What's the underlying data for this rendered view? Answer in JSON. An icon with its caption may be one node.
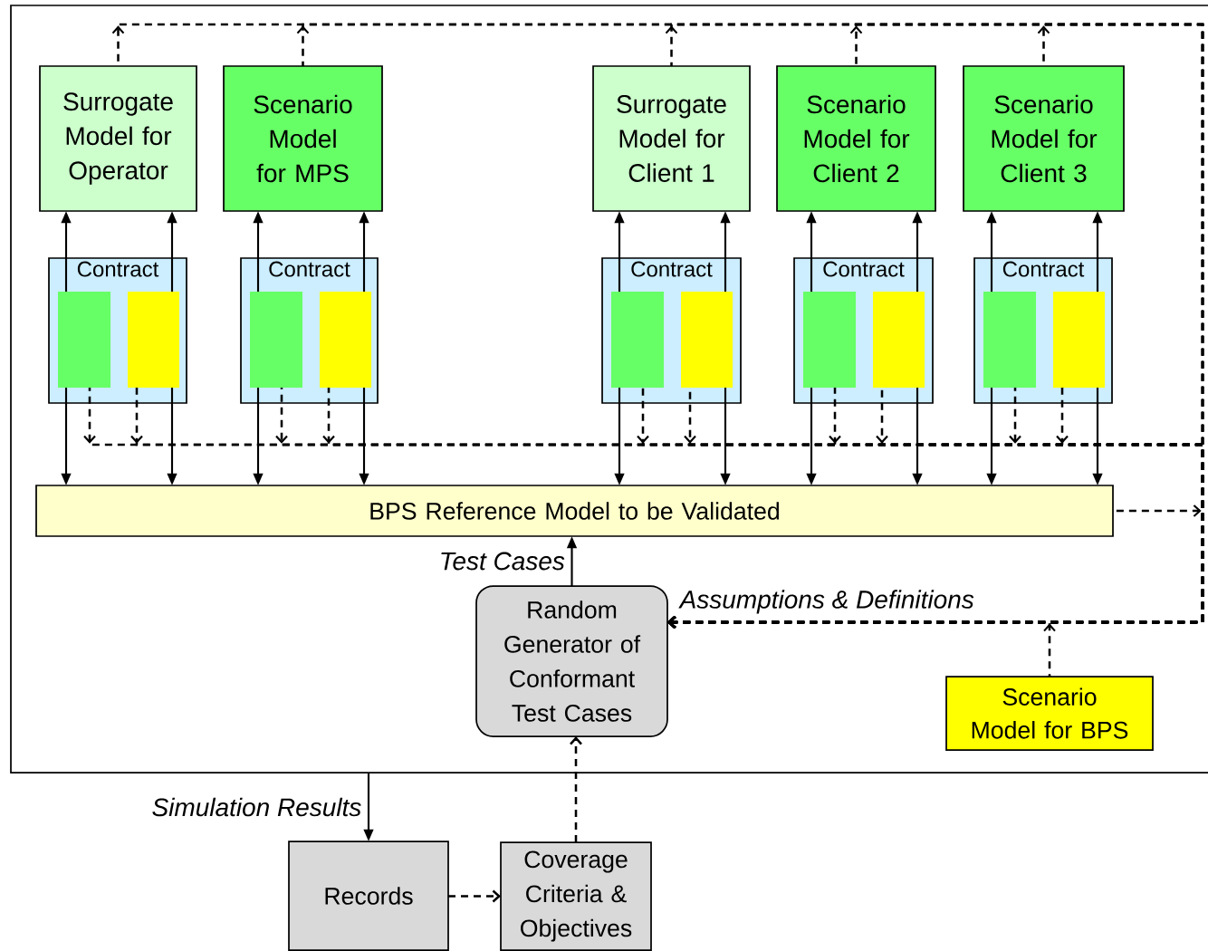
{
  "diagram": {
    "nodes": [
      {
        "text": [],
        "shape": "box"
      },
      {
        "text": [
          "Surrogate Model for Operator"
        ],
        "in": 0
      },
      {
        "text": [
          "Scenario Model for MPS"
        ],
        "in": 0
      },
      {
        "text": [
          "Surrogate Model for Client 1"
        ],
        "in": 0
      },
      {
        "text": [
          "Scenario Model for Client 2"
        ],
        "in": 0
      },
      {
        "text": [
          "Scenario Model for Client 3"
        ],
        "in": 0
      },
      {
        "text": [
          "Contract"
        ],
        "in": 0
      },
      {
        "text": [
          "Contract"
        ],
        "in": 0
      },
      {
        "text": [
          "Contract"
        ],
        "in": 0
      },
      {
        "text": [
          "Contract"
        ],
        "in": 0
      },
      {
        "text": [
          "Contract"
        ],
        "in": 0
      },
      {
        "text": [],
        "shape": "box",
        "in": 6
      },
      {
        "text": [],
        "shape": "box",
        "in": 6
      },
      {
        "text": [],
        "shape": "box",
        "in": 7
      },
      {
        "text": [],
        "shape": "box",
        "in": 7
      },
      {
        "text": [],
        "shape": "box",
        "in": 8
      },
      {
        "text": [],
        "shape": "box",
        "in": 8
      },
      {
        "text": [],
        "shape": "box",
        "in": 9
      },
      {
        "text": [],
        "shape": "box",
        "in": 9
      },
      {
        "text": [],
        "shape": "box",
        "in": 10
      },
      {
        "text": [],
        "shape": "box",
        "in": 10
      },
      {
        "text": [
          "BPS Reference Model to be Validated"
        ],
        "in": 0
      },
      {
        "text": [
          "Random Generator of Conformant Test Cases"
        ],
        "in": 0
      },
      {
        "text": [
          "Scenario Model for BPS"
        ],
        "in": 0
      },
      {
        "text": [
          "Records"
        ]
      },
      {
        "text": [
          "Coverage Criteria & Objectives"
        ]
      }
    ],
    "edges": [
      {
        "from": 11,
        "to": 1,
        "arrow": "to"
      },
      {
        "from": 12,
        "to": 1,
        "arrow": "to"
      },
      {
        "from": 13,
        "to": 2,
        "arrow": "to"
      },
      {
        "from": 14,
        "to": 2,
        "arrow": "to"
      },
      {
        "from": 15,
        "to": 3,
        "arrow": "to"
      },
      {
        "from": 16,
        "to": 3,
        "arrow": "to"
      },
      {
        "from": 17,
        "to": 4,
        "arrow": "to"
      },
      {
        "from": 18,
        "to": 4,
        "arrow": "to"
      },
      {
        "from": 19,
        "to": 5,
        "arrow": "to"
      },
      {
        "from": 20,
        "to": 5,
        "arrow": "to"
      },
      {
        "from": 11,
        "to": 21,
        "arrow": "to"
      },
      {
        "from": 12,
        "to": 21,
        "arrow": "to"
      },
      {
        "from": 13,
        "to": 21,
        "arrow": "to"
      },
      {
        "from": 14,
        "to": 21,
        "arrow": "to"
      },
      {
        "from": 15,
        "to": 21,
        "arrow": "to"
      },
      {
        "from": 16,
        "to": 21,
        "arrow": "to"
      },
      {
        "from": 17,
        "to": 21,
        "arrow": "to"
      },
      {
        "from": 18,
        "to": 21,
        "arrow": "to"
      },
      {
        "from": 19,
        "to": 21,
        "arrow": "to"
      },
      {
        "from": 20,
        "to": 21,
        "arrow": "to"
      },
      {
        "from": 11,
        "to": 22,
        "arrow": "to",
        "style": "dashed"
      },
      {
        "from": 12,
        "to": 22,
        "arrow": "to",
        "style": "dashed"
      },
      {
        "from": 13,
        "to": 22,
        "arrow": "to",
        "style": "dashed"
      },
      {
        "from": 14,
        "to": 22,
        "arrow": "to",
        "style": "dashed"
      },
      {
        "from": 15,
        "to": 22,
        "arrow": "to",
        "style": "dashed"
      },
      {
        "from": 16,
        "to": 22,
        "arrow": "to",
        "style": "dashed"
      },
      {
        "from": 17,
        "to": 22,
        "arrow": "to",
        "style": "dashed"
      },
      {
        "from": 18,
        "to": 22,
        "arrow": "to",
        "style": "dashed"
      },
      {
        "from": 19,
        "to": 22,
        "arrow": "to",
        "style": "dashed"
      },
      {
        "from": 20,
        "to": 22,
        "arrow": "to",
        "style": "dashed"
      },
      {
        "from": 1,
        "to": 22,
        "arrow": "to",
        "style": "dashed"
      },
      {
        "from": 2,
        "to": 22,
        "arrow": "to",
        "style": "dashed"
      },
      {
        "from": 3,
        "to": 22,
        "arrow": "to",
        "style": "dashed"
      },
      {
        "from": 4,
        "to": 22,
        "arrow": "to",
        "style": "dashed"
      },
      {
        "from": 5,
        "to": 22,
        "arrow": "to",
        "style": "dashed"
      },
      {
        "from": 21,
        "to": 22,
        "arrow": "to",
        "style": "dashed"
      },
      {
        "from": 23,
        "to": 22,
        "arrow": "to",
        "style": "dashed",
        "label": "Assumptions & Definitions"
      },
      {
        "from": 22,
        "to": 21,
        "arrow": "to",
        "label": "Test Cases"
      },
      {
        "from": 0,
        "to": 24,
        "arrow": "to",
        "label": "Simulation Results"
      },
      {
        "from": 24,
        "to": 25,
        "arrow": "to",
        "style": "dashed"
      },
      {
        "from": 25,
        "to": 22,
        "arrow": "to",
        "style": "dashed"
      }
    ]
  }
}
